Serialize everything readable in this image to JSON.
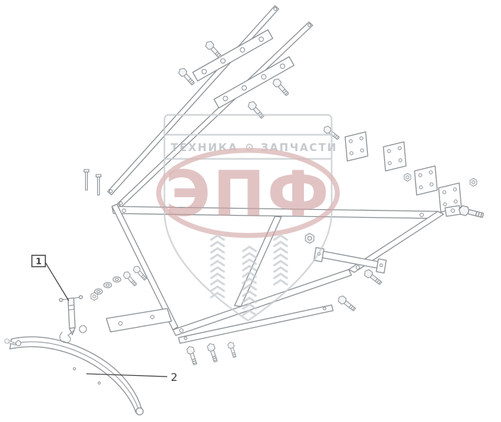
{
  "watermark": {
    "band_left": "ТЕХНИКА",
    "band_gear": "⚙",
    "band_right": "ЗАПЧАСТИ",
    "logo": "ЭПФ",
    "shield_color": "#c6cbd0",
    "band_text_color": "#b4b9be",
    "logo_color": "#d0a1a1"
  },
  "callouts": {
    "callout_color": "#3a3a3a",
    "item1": {
      "label": "1"
    },
    "item2": {
      "label": "2"
    }
  },
  "diagram": {
    "line_color": "#8a9095"
  }
}
